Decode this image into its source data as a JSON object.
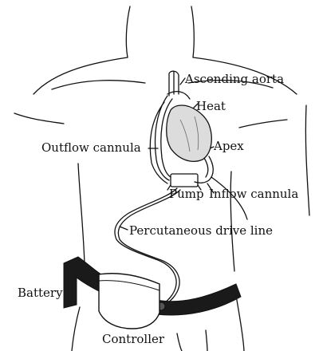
{
  "labels": {
    "ascending_aorta": "Ascending aorta",
    "heart": "Heat",
    "outflow_cannula": "Outflow cannula",
    "apex": "Apex",
    "pump": "Pump",
    "inflow_cannula": "Inflow cannula",
    "drive_line": "Percutaneous drive line",
    "battery": "Battery",
    "controller": "Controller"
  },
  "colors": {
    "ink": "#111111",
    "heart_fill": "#dcdcdc",
    "belt": "#1a1a1a",
    "background": "#ffffff"
  }
}
